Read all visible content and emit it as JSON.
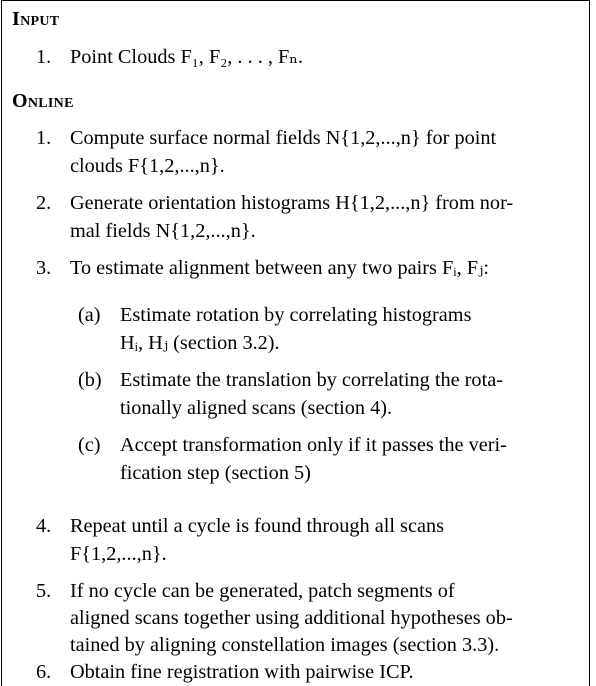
{
  "sections": {
    "input": {
      "heading": "Input",
      "items": [
        {
          "num": "1.",
          "text": "Point Clouds F₁, F₂, . . . , Fₙ."
        }
      ]
    },
    "online": {
      "heading": "Online",
      "items": [
        {
          "num": "1.",
          "lines": [
            "Compute surface normal fields N{1,2,...,n} for point",
            "clouds F{1,2,...,n}."
          ]
        },
        {
          "num": "2.",
          "lines": [
            "Generate orientation histograms H{1,2,...,n} from nor-",
            "mal fields N{1,2,...,n}."
          ]
        },
        {
          "num": "3.",
          "lines": [
            "To estimate alignment between any two pairs Fᵢ, Fⱼ:"
          ]
        },
        {
          "num": "(a)",
          "lines": [
            "Estimate rotation by correlating histograms",
            "Hᵢ, Hⱼ (section 3.2)."
          ]
        },
        {
          "num": "(b)",
          "lines": [
            "Estimate the translation by correlating the rota-",
            "tionally aligned scans (section 4)."
          ]
        },
        {
          "num": "(c)",
          "lines": [
            "Accept transformation only if it passes the veri-",
            "fication step (section 5)"
          ]
        },
        {
          "num": "4.",
          "lines": [
            "Repeat until a cycle is found through all scans",
            "F{1,2,...,n}."
          ]
        },
        {
          "num": "5.",
          "lines": [
            "If no cycle can be generated, patch segments of",
            "aligned scans together using additional hypotheses ob-",
            "tained by aligning constellation images (section 3.3)."
          ]
        },
        {
          "num": "6.",
          "lines": [
            "Obtain fine registration with pairwise ICP."
          ]
        }
      ]
    }
  }
}
